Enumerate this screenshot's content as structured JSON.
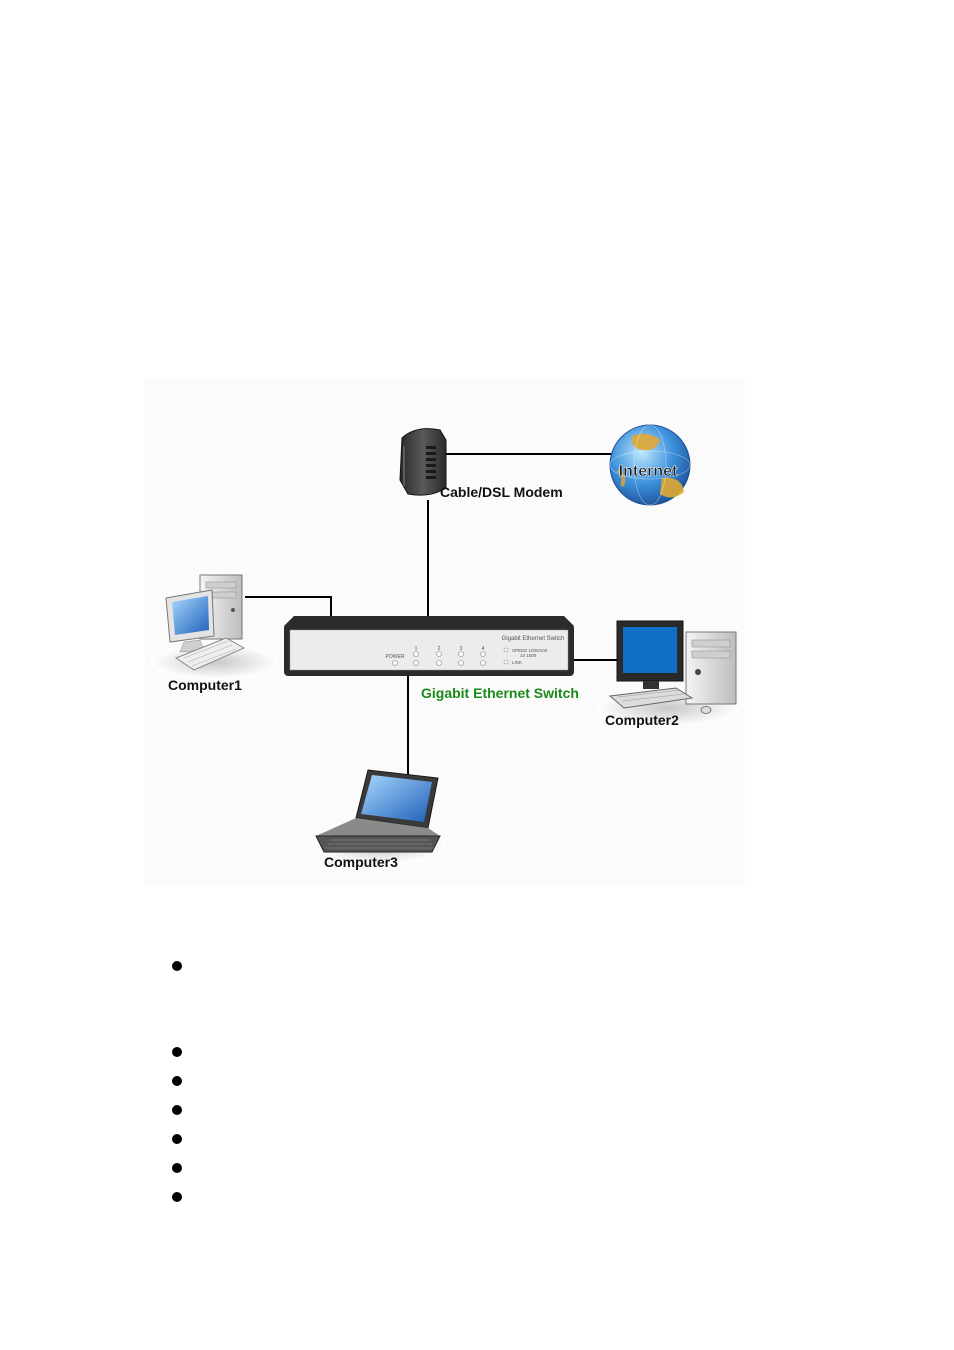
{
  "diagram": {
    "nodes": {
      "internet": {
        "label": "Internet"
      },
      "modem": {
        "label": "Cable/DSL Modem"
      },
      "switch": {
        "label": "Gigabit Ethernet Switch",
        "panel_title": "Gigabit Ethernet Switch",
        "power_label": "POWER",
        "port_numbers": [
          "1",
          "2",
          "3",
          "4"
        ],
        "legend_speed": "SPEED 1000/100",
        "legend_speed2": "10 1000",
        "legend_link": "LINK"
      },
      "computer1": {
        "label": "Computer1"
      },
      "computer2": {
        "label": "Computer2"
      },
      "computer3": {
        "label": "Computer3"
      }
    },
    "edges": [
      {
        "from": "modem",
        "to": "internet"
      },
      {
        "from": "modem",
        "to": "switch"
      },
      {
        "from": "computer1",
        "to": "switch"
      },
      {
        "from": "switch",
        "to": "computer2"
      },
      {
        "from": "switch",
        "to": "computer3"
      }
    ],
    "colors": {
      "switch_label": "#1a8a1a",
      "line": "#000000",
      "globe": "#2f7fd0",
      "land": "#e0a832"
    }
  },
  "bullets": {
    "count": 7
  }
}
